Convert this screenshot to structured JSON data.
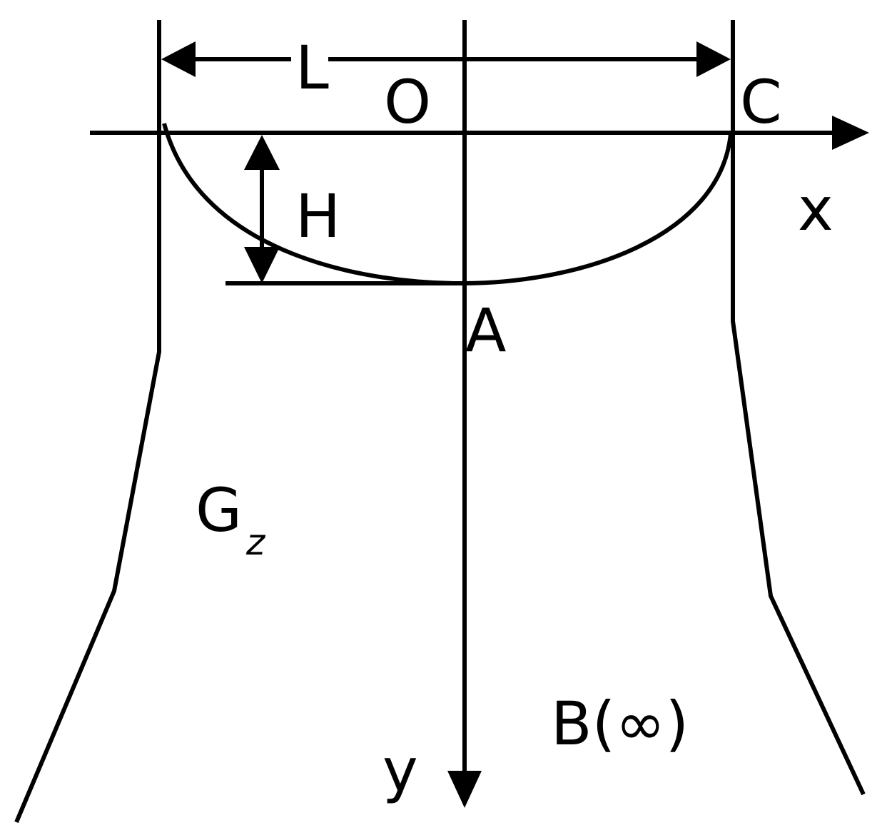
{
  "labels": {
    "length": "L",
    "origin": "O",
    "corner": "C",
    "height": "H",
    "x_axis": "x",
    "y_axis": "y",
    "point_a": "A",
    "region": "G",
    "region_sub": "z",
    "point_b": "B(∞)"
  },
  "colors": {
    "stroke": "#000000",
    "background": "#ffffff"
  }
}
